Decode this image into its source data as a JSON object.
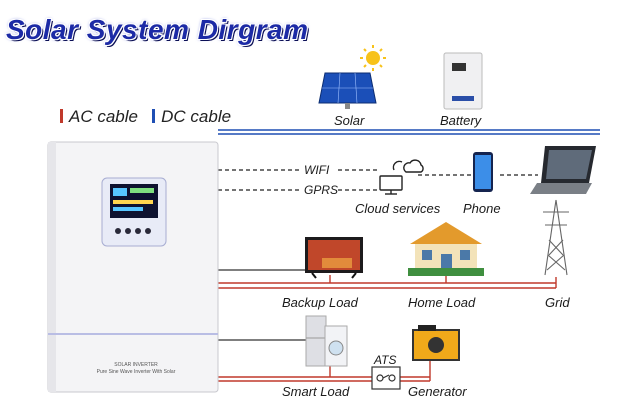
{
  "title": "Solar System  Dirgram",
  "legend": {
    "ac_label": "AC cable",
    "dc_label": "DC cable",
    "ac_color": "#c0392b",
    "dc_color": "#1f4fb4"
  },
  "components": {
    "solar": "Solar",
    "battery": "Battery",
    "cloud_services": "Cloud services",
    "phone": "Phone",
    "backup_load": "Backup Load",
    "home_load": "Home Load",
    "grid": "Grid",
    "smart_load": "Smart Load",
    "generator": "Generator",
    "ats": "ATS"
  },
  "links": {
    "wifi": "WIFI",
    "gprs": "GPRS"
  },
  "inverter": {
    "label_line1": "SOLAR INVERTER",
    "label_line2": "Pure Sine Wave Inverter With Solar"
  }
}
